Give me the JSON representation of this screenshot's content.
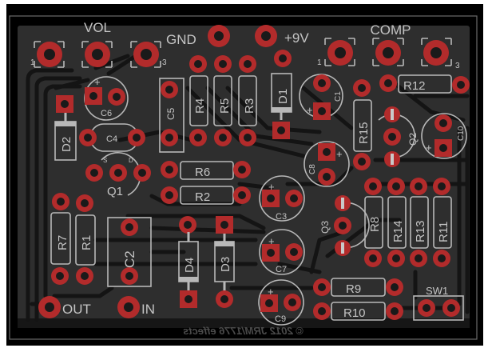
{
  "board": {
    "type": "pcb-layout",
    "colors": {
      "background": "#ffffff",
      "frame": "#000000",
      "copper_pour": "#2e2e2e",
      "pad": "#b22b2b",
      "silkscreen": "#c4c4c4",
      "trace_clearance": "#141414"
    },
    "copyright": "© 2012 JRM/1776 effects"
  },
  "connectors": {
    "vol": {
      "label": "VOL",
      "pin1": "1",
      "pin3": "3"
    },
    "comp": {
      "label": "COMP",
      "pin1": "1",
      "pin3": "3"
    },
    "gnd": {
      "label": "GND"
    },
    "v9": {
      "label": "+9V"
    },
    "out": {
      "label": "OUT"
    },
    "in": {
      "label": "IN"
    },
    "sw1": {
      "label": "SW1"
    }
  },
  "resistors": [
    {
      "ref": "R1"
    },
    {
      "ref": "R2"
    },
    {
      "ref": "R3"
    },
    {
      "ref": "R4"
    },
    {
      "ref": "R5"
    },
    {
      "ref": "R6"
    },
    {
      "ref": "R7"
    },
    {
      "ref": "R8"
    },
    {
      "ref": "R9"
    },
    {
      "ref": "R10"
    },
    {
      "ref": "R11"
    },
    {
      "ref": "R12"
    },
    {
      "ref": "R13"
    },
    {
      "ref": "R14"
    },
    {
      "ref": "R15"
    }
  ],
  "capacitors": [
    {
      "ref": "C1",
      "polarized": true
    },
    {
      "ref": "C2",
      "polarized": false
    },
    {
      "ref": "C3",
      "polarized": true
    },
    {
      "ref": "C4",
      "polarized": false
    },
    {
      "ref": "C5",
      "polarized": false
    },
    {
      "ref": "C6",
      "polarized": true
    },
    {
      "ref": "C7",
      "polarized": true
    },
    {
      "ref": "C8",
      "polarized": true
    },
    {
      "ref": "C9",
      "polarized": true
    },
    {
      "ref": "C10",
      "polarized": true
    }
  ],
  "diodes": [
    {
      "ref": "D1"
    },
    {
      "ref": "D2"
    },
    {
      "ref": "D3"
    },
    {
      "ref": "D4"
    }
  ],
  "transistors": [
    {
      "ref": "Q1",
      "pin_s": "S",
      "pin_d": "D"
    },
    {
      "ref": "Q2"
    },
    {
      "ref": "Q3"
    }
  ],
  "polarity_mark": "+"
}
